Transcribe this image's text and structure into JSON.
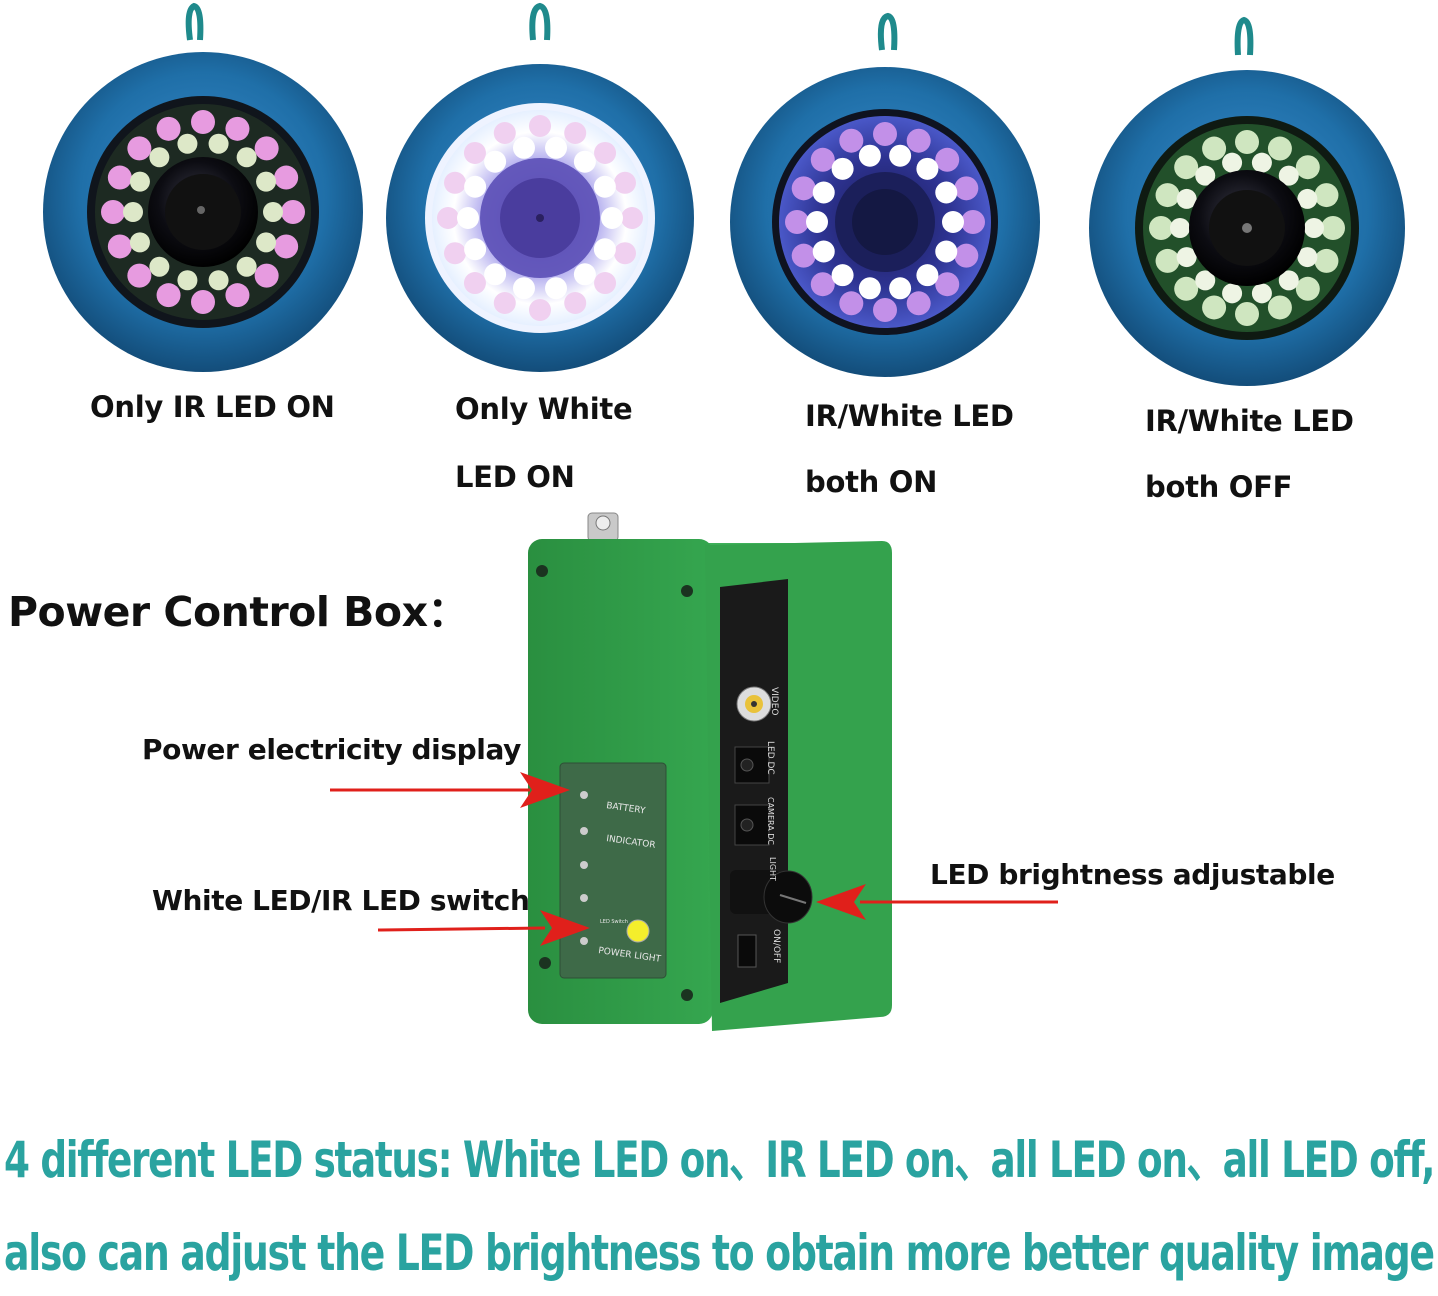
{
  "cameras": [
    {
      "line1": "Only IR LED ON",
      "line2": ""
    },
    {
      "line1": "Only White",
      "line2": "LED ON"
    },
    {
      "line1": "IR/White LED",
      "line2": "both ON"
    },
    {
      "line1": "IR/White LED",
      "line2": "both OFF"
    }
  ],
  "section_heading": "Power Control Box：",
  "callouts": {
    "power_display": "Power electricity display",
    "led_switch": "White LED/IR LED switch",
    "brightness": "LED brightness adjustable"
  },
  "box_panel": {
    "indicators": [
      "BATTERY",
      "INDICATOR"
    ],
    "switch_label": "LED Switch",
    "power_light": "POWER LIGHT",
    "ports": [
      "VIDEO",
      "LED DC",
      "CAMERA DC",
      "LIGHT",
      "ON/OFF"
    ]
  },
  "footer": {
    "line1": "4 different LED status: White LED on、IR LED on、all LED on、all LED off,",
    "line2": "also can adjust the LED brightness to obtain more better quality image"
  },
  "colors": {
    "ring_blue": "#1f6fa8",
    "box_green": "#2f9a47",
    "arrow_red": "#e0201b",
    "footer_teal": "#2aa3a0"
  }
}
